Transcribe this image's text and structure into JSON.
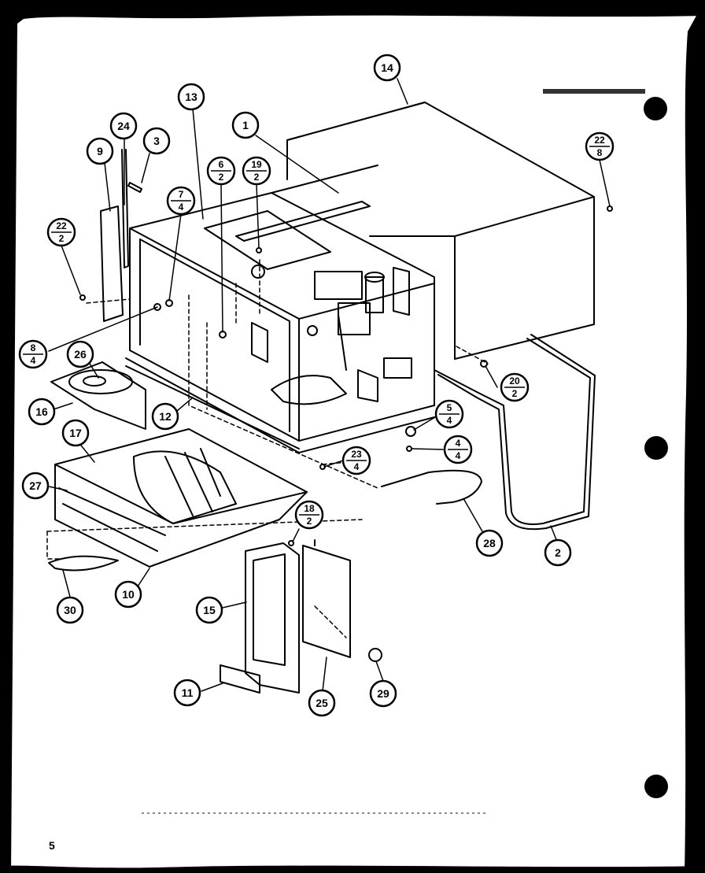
{
  "page_number": "5",
  "callouts": [
    {
      "id": "c14",
      "label": "14"
    },
    {
      "id": "c13",
      "label": "13"
    },
    {
      "id": "c1",
      "label": "1"
    },
    {
      "id": "c24",
      "label": "24"
    },
    {
      "id": "c3",
      "label": "3"
    },
    {
      "id": "c9",
      "label": "9"
    },
    {
      "id": "c26",
      "label": "26"
    },
    {
      "id": "c16",
      "label": "16"
    },
    {
      "id": "c12",
      "label": "12"
    },
    {
      "id": "c17",
      "label": "17"
    },
    {
      "id": "c27",
      "label": "27"
    },
    {
      "id": "c10",
      "label": "10"
    },
    {
      "id": "c30",
      "label": "30"
    },
    {
      "id": "c15",
      "label": "15"
    },
    {
      "id": "c11",
      "label": "11"
    },
    {
      "id": "c25",
      "label": "25"
    },
    {
      "id": "c29",
      "label": "29"
    },
    {
      "id": "c28",
      "label": "28"
    },
    {
      "id": "c2",
      "label": "2"
    }
  ],
  "fraction_callouts": [
    {
      "id": "f22_8",
      "top": "22",
      "bottom": "8"
    },
    {
      "id": "f6_2",
      "top": "6",
      "bottom": "2"
    },
    {
      "id": "f19_2",
      "top": "19",
      "bottom": "2"
    },
    {
      "id": "f7_4",
      "top": "7",
      "bottom": "4"
    },
    {
      "id": "f22_2",
      "top": "22",
      "bottom": "2"
    },
    {
      "id": "f8_4",
      "top": "8",
      "bottom": "4"
    },
    {
      "id": "f20_2",
      "top": "20",
      "bottom": "2"
    },
    {
      "id": "f5_4",
      "top": "5",
      "bottom": "4"
    },
    {
      "id": "f4_4",
      "top": "4",
      "bottom": "4"
    },
    {
      "id": "f23_4",
      "top": "23",
      "bottom": "4"
    },
    {
      "id": "f18_2",
      "top": "18",
      "bottom": "2"
    }
  ]
}
